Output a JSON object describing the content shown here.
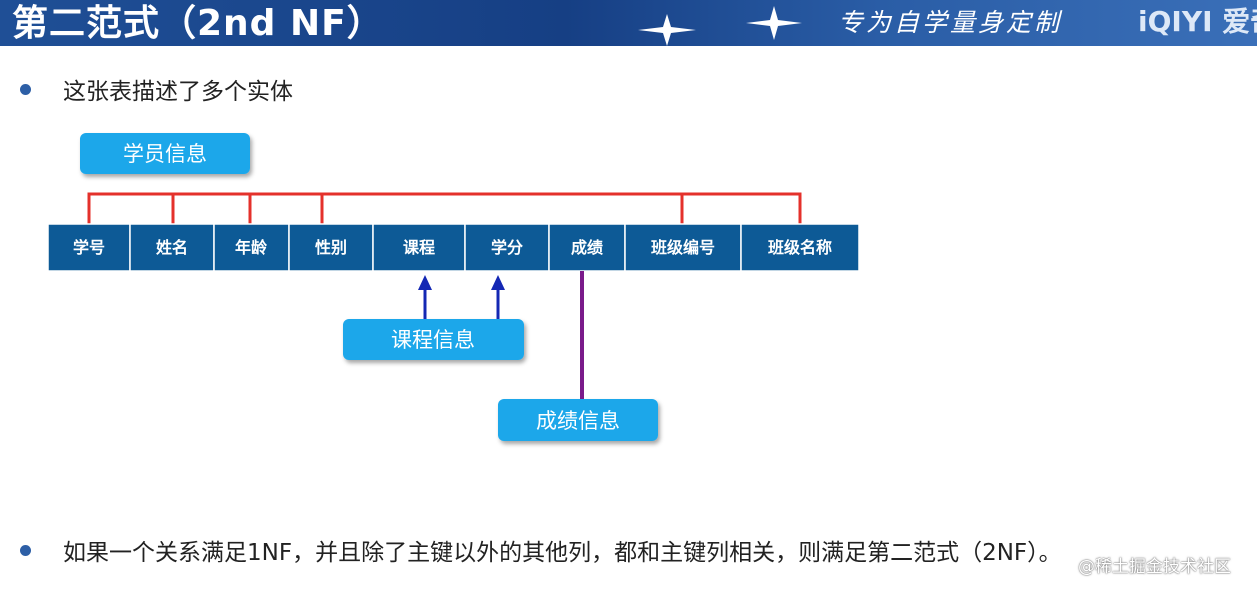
{
  "header": {
    "title": "第二范式（2nd NF）",
    "slogan": "专为自学量身定制",
    "logo": "iQIYI 爱奇"
  },
  "bullets": [
    "这张表描述了多个实体",
    "如果一个关系满足1NF，并且除了主键以外的其他列，都和主键列相关，则满足第二范式（2NF）。"
  ],
  "table": {
    "columns": [
      "学号",
      "姓名",
      "年龄",
      "性别",
      "课程",
      "学分",
      "成绩",
      "班级编号",
      "班级名称"
    ]
  },
  "groups": {
    "student": "学员信息",
    "course": "课程信息",
    "grade": "成绩信息"
  },
  "colors": {
    "cell": "#0d5a96",
    "student_line": "#e4312b",
    "course_line": "#1428b4",
    "grade_line": "#7a1a8a",
    "badge": "#1fa7ea"
  },
  "watermark": "@稀土掘金技术社区"
}
